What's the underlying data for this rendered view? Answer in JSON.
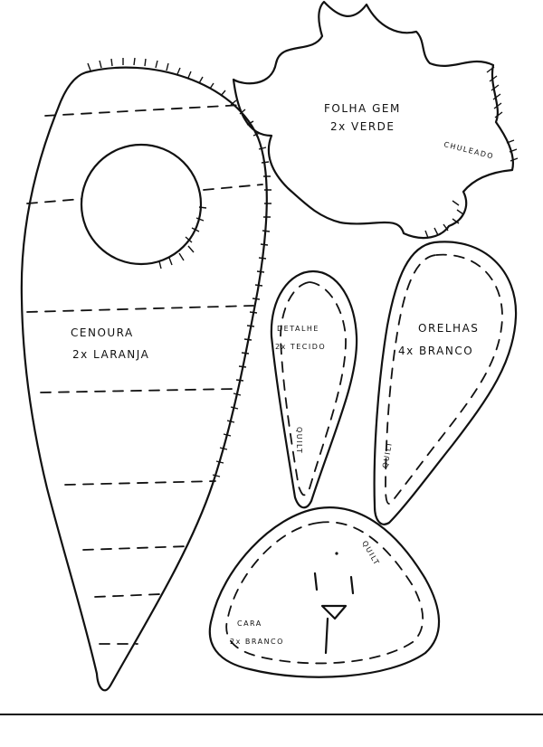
{
  "pieces": {
    "folhagem": {
      "name": "FOLHA GEM",
      "qty": "2x VERDE",
      "note": "CHULEADO"
    },
    "cenoura": {
      "name": "CENOURA",
      "qty": "2x LARANJA"
    },
    "detalhe": {
      "name": "DETALHE",
      "qty": "2x TECIDO",
      "note": "QUILT"
    },
    "orelhas": {
      "name": "ORELHAS",
      "qty": "4x BRANCO",
      "note": "QUILT"
    },
    "cara": {
      "name": "CARA",
      "qty": "2x BRANCO",
      "note": "QUILT"
    }
  },
  "colors": {
    "ink": "#111111",
    "paper": "#ffffff"
  }
}
